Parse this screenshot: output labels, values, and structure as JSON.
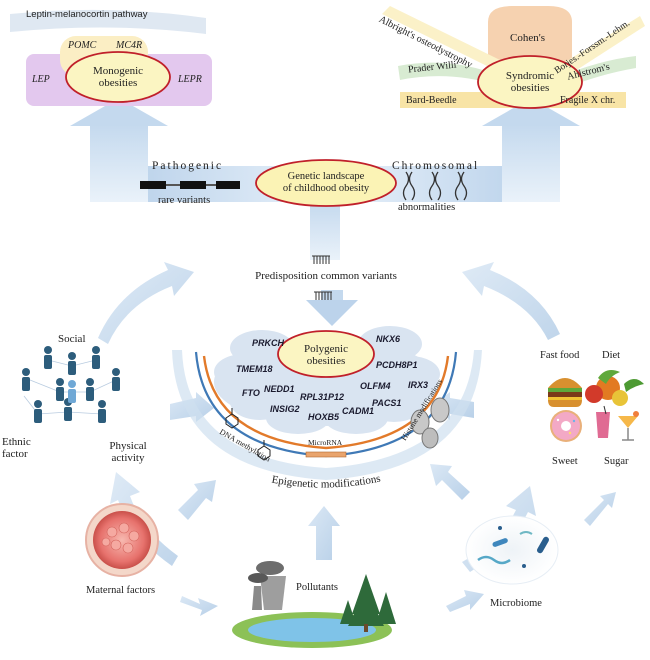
{
  "center": {
    "line1": "Genetic landscape",
    "line2": "of childhood obesity"
  },
  "monogenic": {
    "pathway": "Leptin-melanocortin pathway",
    "pomc": "POMC",
    "mc4r": "MC4R",
    "lep": "LEP",
    "lepr": "LEPR",
    "oval_line1": "Monogenic",
    "oval_line2": "obesities"
  },
  "syndromic": {
    "cohen": "Cohen's",
    "albright": "Albright's osteodystrophy",
    "prader": "Prader Willi",
    "borjes": "Borjes.-Forssm.-Lehm.",
    "ahlstrom": "Ahlstrom's",
    "bardet": "Bard-Beedle",
    "fragile": "Fragile X chr.",
    "oval_line1": "Syndromic",
    "oval_line2": "obesities"
  },
  "pathogenic": {
    "top": "Pathogenic",
    "bottom": "rare variants"
  },
  "chromosomal": {
    "top": "Chromosomal",
    "bottom": "abnormalities"
  },
  "predisposition": "Predisposition common variants",
  "polygenic": {
    "line1": "Polygenic",
    "line2": "obesities"
  },
  "genes": [
    "PRKCH",
    "NKX6",
    "TMEM18",
    "PCDH8P1",
    "IRX3",
    "FTO",
    "NEDD1",
    "OLFM4",
    "RPL31P12",
    "PACS1",
    "INSIG2",
    "HOXB5",
    "CADM1"
  ],
  "epigenetic": {
    "title": "Epigenetic modifications",
    "dna": "DNA methylation",
    "histone": "Histone modifications",
    "microrna": "MicroRNA"
  },
  "environment": {
    "social": "Social",
    "ethnic_line1": "Ethnic",
    "ethnic_line2": "factor",
    "physical_line1": "Physical",
    "physical_line2": "activity",
    "fastfood": "Fast food",
    "diet": "Diet",
    "sweet": "Sweet",
    "sugar": "Sugar",
    "maternal": "Maternal factors",
    "pollutants": "Pollutants",
    "microbiome": "Microbiome"
  },
  "colors": {
    "arrow": "#c9dcee",
    "oval_fill": "#fbf5c2",
    "oval_stroke": "#c0202a",
    "lilac": "#e3c8ee",
    "cream": "#fbeec4",
    "people": "#2d5d7c"
  }
}
